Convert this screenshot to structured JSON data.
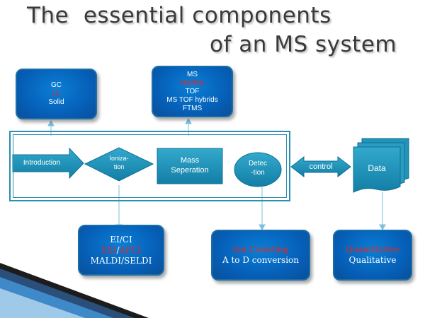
{
  "title": {
    "line1": "The  essential components",
    "line2": "of an MS system"
  },
  "inlet_box": {
    "lines": [
      "GC",
      "LC",
      "Solid"
    ]
  },
  "ms_box": {
    "lines": [
      "MS",
      "MS/MS",
      "TOF",
      "MS TOF hybrids",
      "FTMS"
    ]
  },
  "ionization_box": {
    "line1": "EI/CI",
    "line2_a": "ESI",
    "line2_sep": "/",
    "line2_b": "APCI",
    "line3": "MALDI/SELDI"
  },
  "detection_box": {
    "lines": [
      "Ion Counting",
      "A to D conversion"
    ]
  },
  "data_box": {
    "lines": [
      "Quantitative",
      "Qualitative"
    ]
  },
  "flow": {
    "introduction": "Introduction",
    "ionization_1": "Ioniza-",
    "ionization_2": "tion",
    "mass_1": "Mass",
    "mass_2": "Seperation",
    "detection_1": "Detec",
    "detection_2": "-tion",
    "control": "control",
    "data": "Data"
  },
  "colors": {
    "box_blue": "#0660b8",
    "shape_teal": "#1a8fb5",
    "red_text": "#e8251f",
    "title_gray": "#3a3a3a"
  }
}
